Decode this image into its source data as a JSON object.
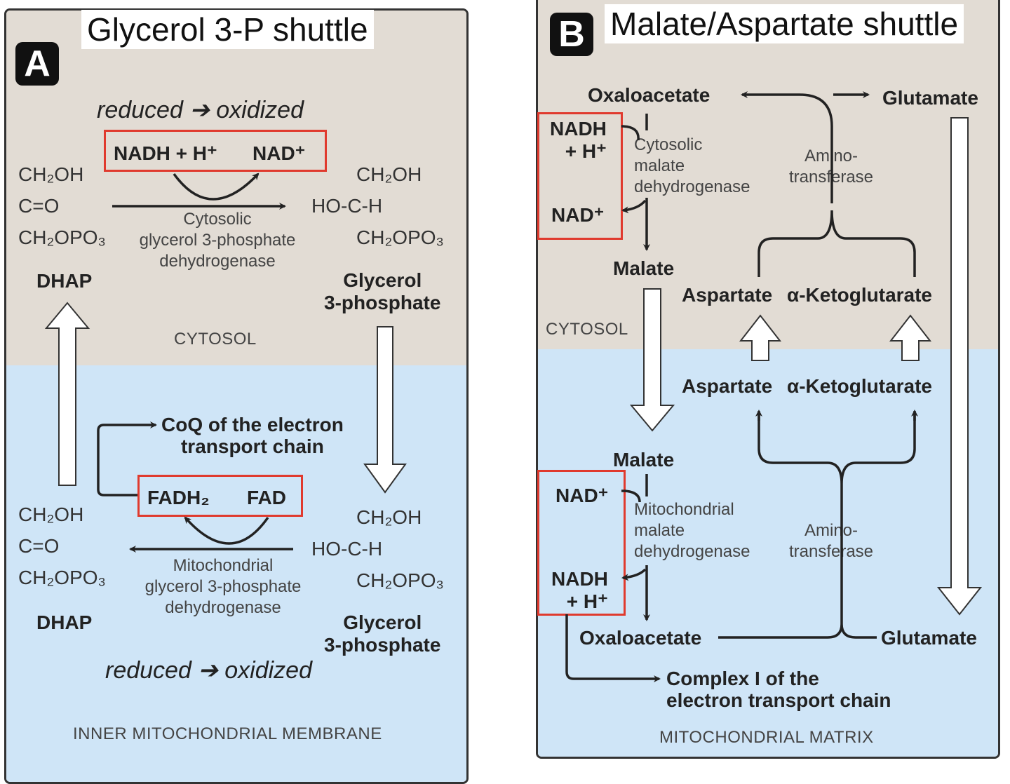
{
  "panelA": {
    "title": "Glycerol 3-P shuttle",
    "badge": "A",
    "top": {
      "redox": "reduced ➔ oxidized",
      "cofactor_left": "NADH + H⁺",
      "cofactor_right": "NAD⁺",
      "enzyme": [
        "Cytosolic",
        "glycerol 3-phosphate",
        "dehydrogenase"
      ],
      "left_formula": [
        "CH₂OH",
        "C=O",
        "CH₂OPO₃"
      ],
      "left_name": "DHAP",
      "right_formula": [
        "CH₂OH",
        "HO-C-H",
        "CH₂OPO₃"
      ],
      "right_name": [
        "Glycerol",
        "3-phosphate"
      ],
      "compartment": "CYTOSOL"
    },
    "bottom": {
      "coq": [
        "CoQ of the electron",
        "transport chain"
      ],
      "cofactor_left": "FADH₂",
      "cofactor_right": "FAD",
      "enzyme": [
        "Mitochondrial",
        "glycerol 3-phosphate",
        "dehydrogenase"
      ],
      "left_formula": [
        "CH₂OH",
        "C=O",
        "CH₂OPO₃"
      ],
      "left_name": "DHAP",
      "right_formula": [
        "CH₂OH",
        "HO-C-H",
        "CH₂OPO₃"
      ],
      "right_name": [
        "Glycerol",
        "3-phosphate"
      ],
      "redox": "reduced ➔ oxidized",
      "compartment": "INNER MITOCHONDRIAL MEMBRANE"
    }
  },
  "panelB": {
    "title": "Malate/Aspartate shuttle",
    "badge": "B",
    "top": {
      "oxaloacetate": "Oxaloacetate",
      "glutamate": "Glutamate",
      "nadh": [
        "NADH",
        "+ H⁺"
      ],
      "nad": "NAD⁺",
      "enzyme": [
        "Cytosolic",
        "malate",
        "dehydrogenase"
      ],
      "aminotransferase": [
        "Amino-",
        "transferase"
      ],
      "malate": "Malate",
      "aspartate": "Aspartate",
      "ketoglutarate": "α-Ketoglutarate",
      "compartment": "CYTOSOL"
    },
    "bottom": {
      "aspartate": "Aspartate",
      "ketoglutarate": "α-Ketoglutarate",
      "malate": "Malate",
      "nad": "NAD⁺",
      "enzyme": [
        "Mitochondrial",
        "malate",
        "dehydrogenase"
      ],
      "aminotransferase": [
        "Amino-",
        "transferase"
      ],
      "nadh": [
        "NADH",
        "+ H⁺"
      ],
      "oxaloacetate": "Oxaloacetate",
      "glutamate": "Glutamate",
      "complex": [
        "Complex I of the",
        "electron transport chain"
      ],
      "compartment": "MITOCHONDRIAL MATRIX"
    }
  },
  "colors": {
    "cytosol": "#e2dcd4",
    "matrix": "#cfe5f7",
    "highlight": "#e03a2e"
  }
}
